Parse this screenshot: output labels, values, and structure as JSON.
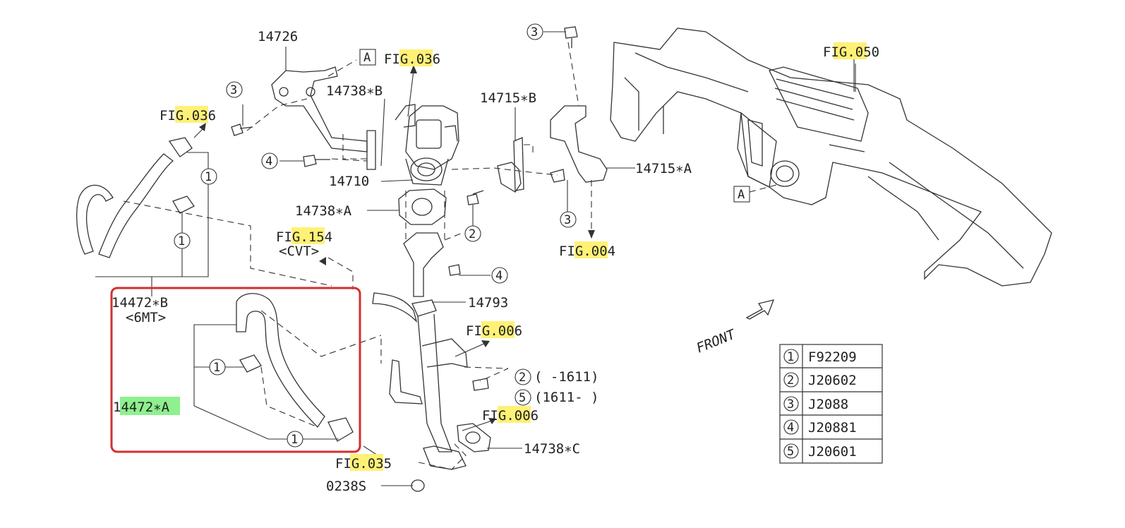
{
  "diagram": {
    "colors": {
      "highlight_yellow": "#fff176",
      "highlight_green": "#8ef08e",
      "selection_box": "#d32f2f",
      "line": "#333333"
    },
    "labels": {
      "p14726": "14726",
      "p14738b": "14738∗B",
      "p14710": "14710",
      "p14738a": "14738∗A",
      "p14715b": "14715∗B",
      "p14715a": "14715∗A",
      "p14793": "14793",
      "p14738c": "14738∗C",
      "p0238s": "0238S",
      "p14472b": "14472∗B",
      "p14472b_note": "<6MT>",
      "p14472a": "14472∗A",
      "fig154_note": "<CVT>",
      "front": "FRONT",
      "ref_a": "A",
      "bolt2_range": "(  -1611)",
      "bolt5_range": "(1611-  )"
    },
    "fig_refs": {
      "fig036_top": [
        "FI",
        "G.03",
        "6"
      ],
      "fig036_left": [
        "FI",
        "G.03",
        "6"
      ],
      "fig050": [
        "F",
        "IG.0",
        "50"
      ],
      "fig154": [
        "FI",
        "G.15",
        "4"
      ],
      "fig004": [
        "FI",
        "G.00",
        "4"
      ],
      "fig006_a": [
        "FI",
        "G.00",
        "6"
      ],
      "fig006_b": [
        "FI",
        "G.00",
        "6"
      ],
      "fig035": [
        "FI",
        "G.03",
        "5"
      ]
    },
    "callouts": [
      "1",
      "2",
      "3",
      "4",
      "5"
    ],
    "legend": [
      {
        "num": "1",
        "code": "F92209"
      },
      {
        "num": "2",
        "code": "J20602"
      },
      {
        "num": "3",
        "code": "J2088"
      },
      {
        "num": "4",
        "code": "J20881"
      },
      {
        "num": "5",
        "code": "J20601"
      }
    ]
  }
}
